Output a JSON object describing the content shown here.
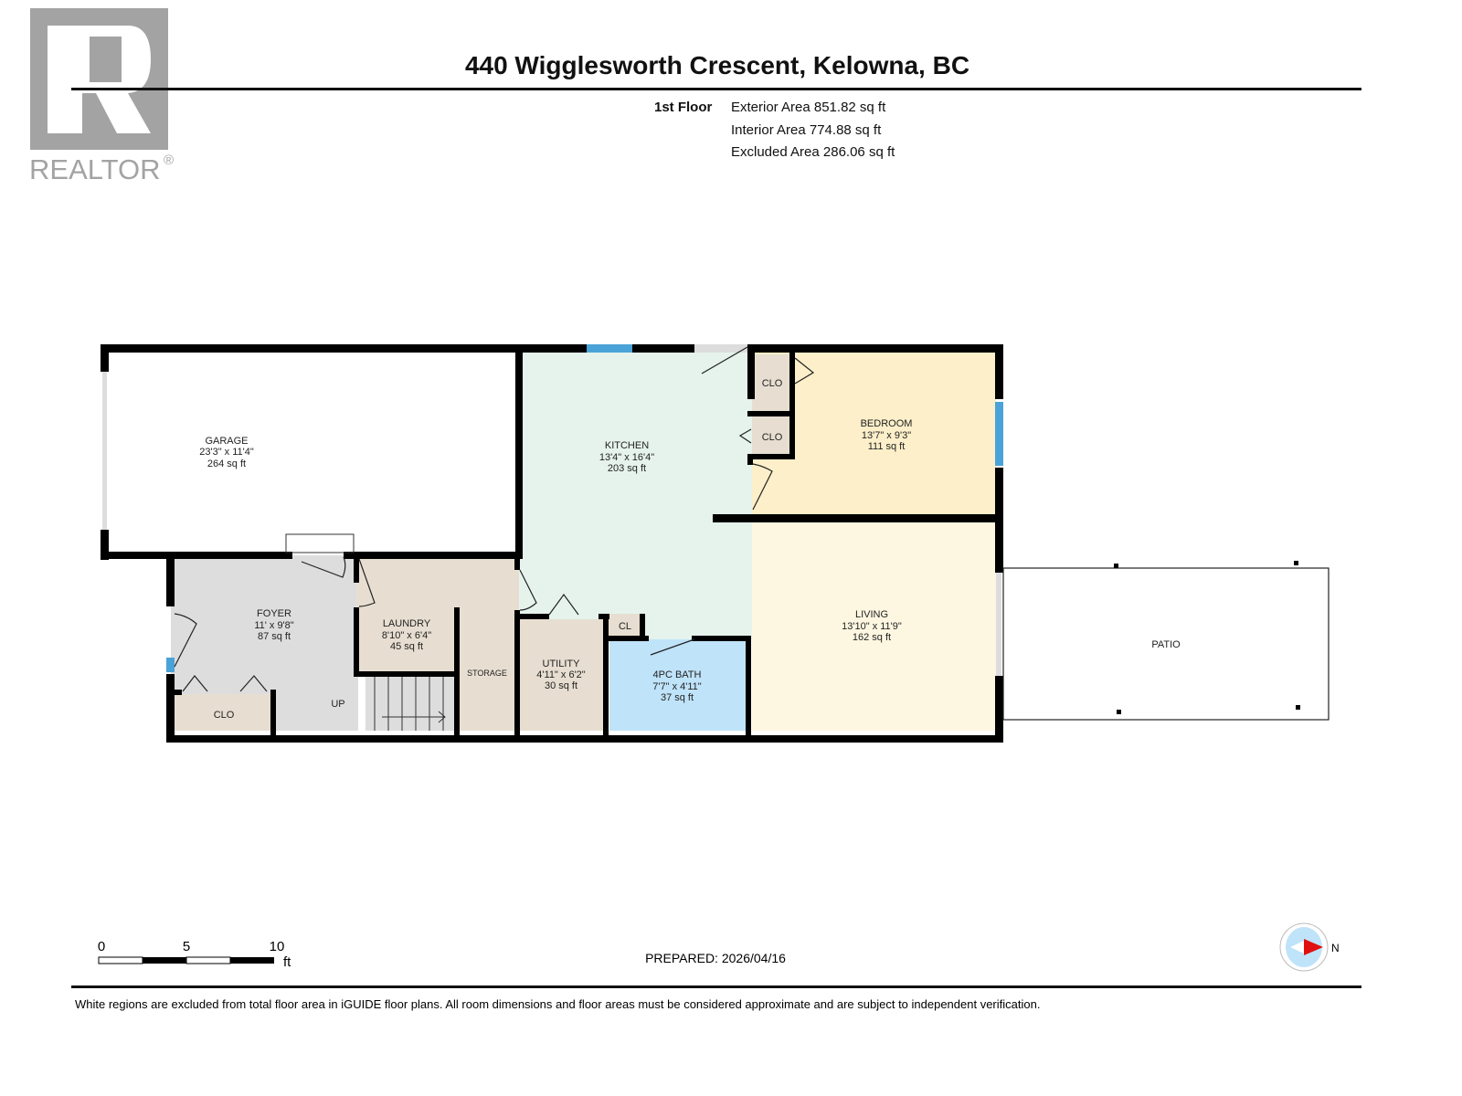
{
  "header": {
    "title": "440 Wigglesworth Crescent, Kelowna, BC",
    "floor_label": "1st Floor",
    "exterior_area": "Exterior Area 851.82 sq ft",
    "interior_area": "Interior Area 774.88 sq ft",
    "excluded_area": "Excluded Area 286.06 sq ft"
  },
  "logo": {
    "text": "REALTOR",
    "mark": "®"
  },
  "rooms": {
    "garage": {
      "name": "GARAGE",
      "dims": "23'3\" x 11'4\"",
      "area": "264 sq ft",
      "color": "#ffffff"
    },
    "kitchen": {
      "name": "KITCHEN",
      "dims": "13'4\" x 16'4\"",
      "area": "203 sq ft",
      "color": "#e5f3ec"
    },
    "bedroom": {
      "name": "BEDROOM",
      "dims": "13'7\" x 9'3\"",
      "area": "111 sq ft",
      "color": "#fcefc9"
    },
    "living": {
      "name": "LIVING",
      "dims": "13'10\" x 11'9\"",
      "area": "162 sq ft",
      "color": "#fdf7e1"
    },
    "foyer": {
      "name": "FOYER",
      "dims": "11' x 9'8\"",
      "area": "87 sq ft",
      "color": "#dddddd"
    },
    "laundry": {
      "name": "LAUNDRY",
      "dims": "8'10\" x 6'4\"",
      "area": "45 sq ft",
      "color": "#e7ded1"
    },
    "storage": {
      "name": "STORAGE",
      "color": "#e7ded1"
    },
    "utility": {
      "name": "UTILITY",
      "dims": "4'11\" x 6'2\"",
      "area": "30 sq ft",
      "color": "#e7ded1"
    },
    "bath": {
      "name": "4PC BATH",
      "dims": "7'7\" x 4'11\"",
      "area": "37 sq ft",
      "color": "#bfe3f9"
    },
    "cl": {
      "name": "CL",
      "color": "#e7ded1"
    },
    "clo_foyer": {
      "name": "CLO",
      "color": "#e7ded1"
    },
    "clo_bed1": {
      "name": "CLO",
      "color": "#e7ded1"
    },
    "clo_bed2": {
      "name": "CLO",
      "color": "#e7ded1"
    },
    "stairs": {
      "label": "UP"
    },
    "patio": {
      "name": "PATIO"
    }
  },
  "scale": {
    "ticks": [
      "0",
      "5",
      "10"
    ],
    "unit": "ft"
  },
  "prepared": "PREPARED: 2026/04/16",
  "compass": {
    "label": "N"
  },
  "footer": "White regions are excluded from total floor area in iGUIDE floor plans. All room dimensions and floor areas must be considered approximate and are subject to independent verification.",
  "colors": {
    "wall": "#000000",
    "window": "#4aa3d8",
    "compass_arrow": "#e01010",
    "compass_bg": "#bfe3f9"
  }
}
